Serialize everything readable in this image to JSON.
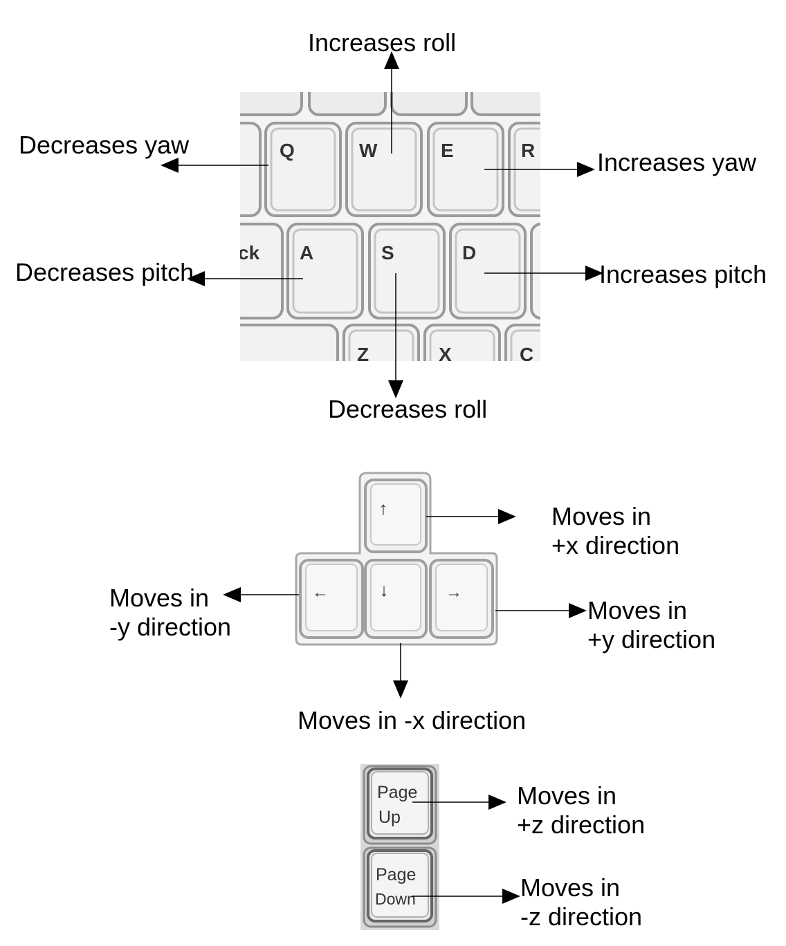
{
  "keyboard": {
    "row_top": [
      "",
      "",
      "",
      ""
    ],
    "row1": [
      "Q",
      "W",
      "E",
      "R"
    ],
    "row2": [
      "ck",
      "A",
      "S",
      "D"
    ],
    "row3": [
      "Z",
      "X",
      "C"
    ],
    "arrows": {
      "up": "↑",
      "down": "↓",
      "left": "←",
      "right": "→"
    },
    "page_up": [
      "Page",
      "Up"
    ],
    "page_down": [
      "Page",
      "Down"
    ]
  },
  "labels": {
    "increases_roll": "Increases roll",
    "decreases_yaw": "Decreases yaw",
    "increases_yaw": "Increases yaw",
    "decreases_pitch": "Decreases pitch",
    "increases_pitch": "Increases pitch",
    "decreases_roll": "Decreases roll",
    "plus_x": [
      "Moves in",
      "+x direction"
    ],
    "minus_y": [
      "Moves in",
      "-y direction"
    ],
    "plus_y": [
      "Moves in",
      "+y direction"
    ],
    "minus_x": "Moves in -x direction",
    "plus_z": [
      "Moves in",
      "+z direction"
    ],
    "minus_z": [
      "Moves in",
      "-z direction"
    ]
  }
}
